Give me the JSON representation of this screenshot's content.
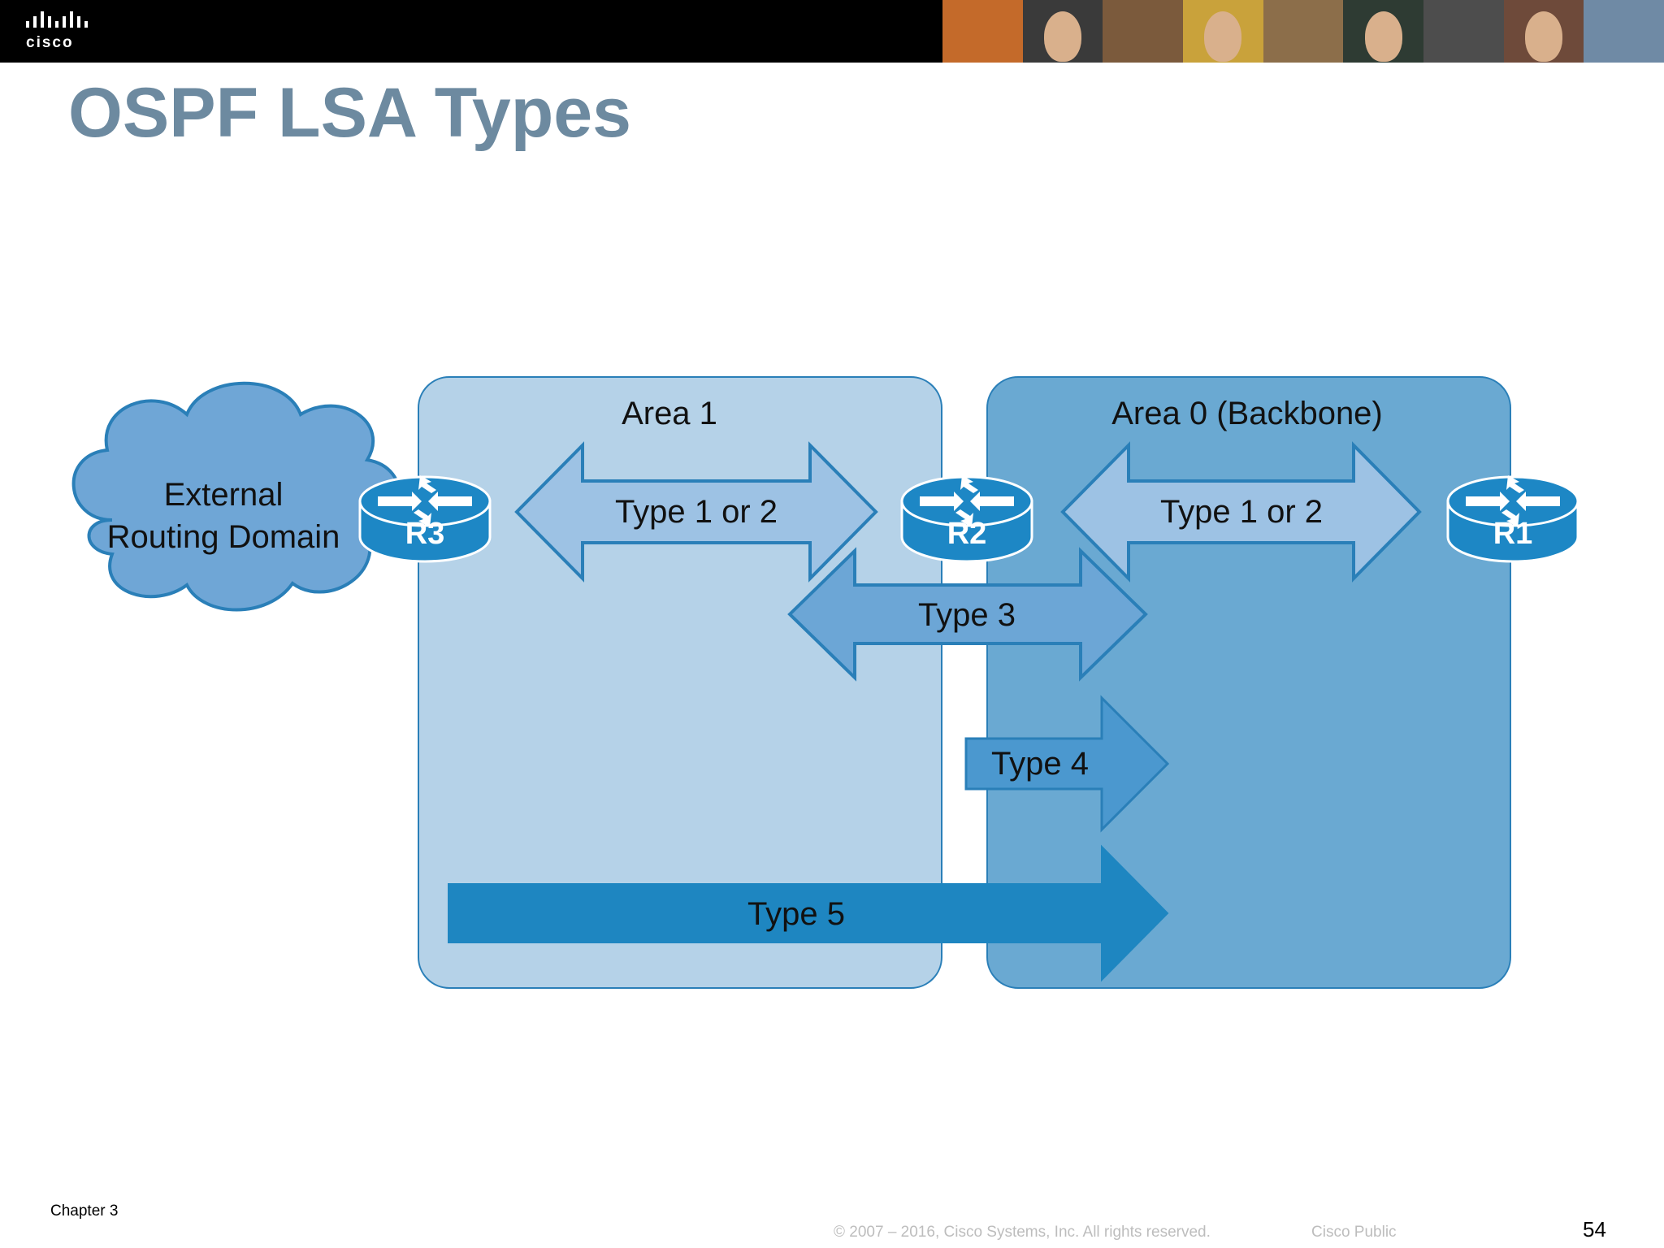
{
  "header": {
    "logo_text": "cisco",
    "photo_tiles": [
      "#c46a2a",
      "#3a3a3a",
      "#7b5a3c",
      "#c9a23b",
      "#8c6e4a",
      "#2e3b33",
      "#4d4d4d",
      "#6e4a3a",
      "#6f8aa5"
    ]
  },
  "slide": {
    "title": "OSPF LSA Types"
  },
  "diagram": {
    "cloud": {
      "line1": "External",
      "line2": "Routing Domain"
    },
    "areas": {
      "area1": "Area 1",
      "area0": "Area 0 (Backbone)"
    },
    "routers": {
      "r1": "R1",
      "r2": "R2",
      "r3": "R3"
    },
    "arrows": {
      "area1_type": "Type 1 or 2",
      "area0_type": "Type 1 or 2",
      "type3": "Type 3",
      "type4": "Type 4",
      "type5": "Type 5"
    },
    "colors": {
      "area1_fill": "#b5d2e8",
      "area0_fill": "#6aa9d2",
      "outline": "#2a7fb8",
      "light_arrow": "#9dc2e4",
      "mid_arrow": "#6ca6d6",
      "type4_arrow": "#4b98cf",
      "type5_arrow": "#1e86c1",
      "cloud": "#6fa6d6",
      "router": "#1d87c5"
    }
  },
  "footer": {
    "chapter": "Chapter 3",
    "copyright": "© 2007 – 2016, Cisco Systems, Inc. All rights reserved.",
    "classification": "Cisco Public",
    "page_number": "54"
  }
}
